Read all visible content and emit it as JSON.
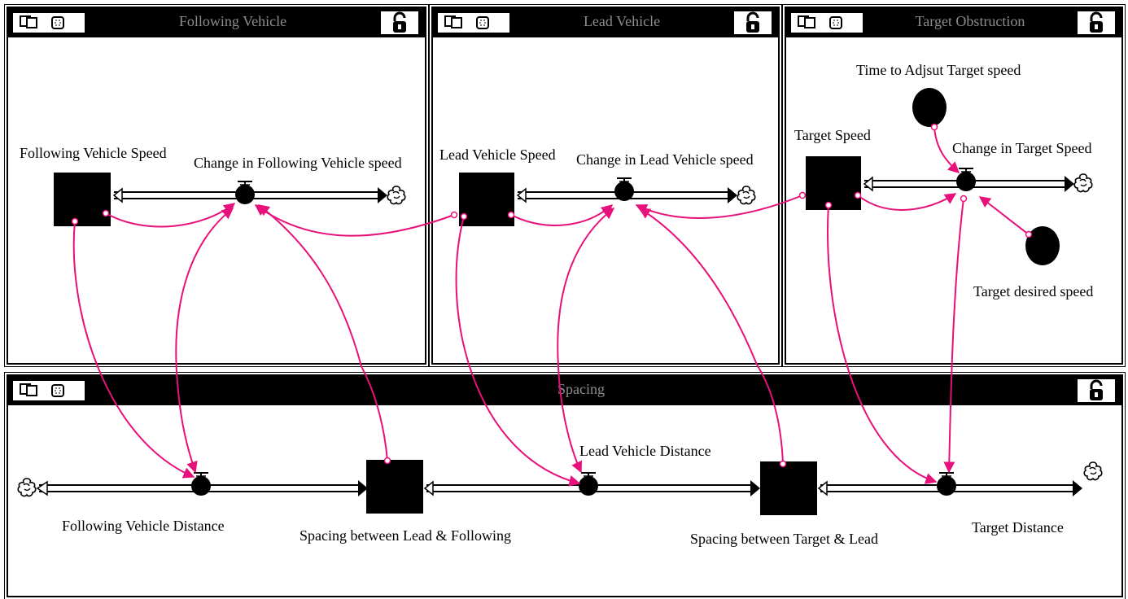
{
  "sectors": {
    "following": {
      "title": "Following Vehicle"
    },
    "lead": {
      "title": "Lead Vehicle"
    },
    "target": {
      "title": "Target Obstruction"
    },
    "spacing": {
      "title": "Spacing"
    }
  },
  "stocks": {
    "following_speed": "Following Vehicle Speed",
    "lead_speed": "Lead Vehicle Speed",
    "target_speed": "Target Speed",
    "spacing_lead_following": "Spacing between Lead & Following",
    "spacing_target_lead": "Spacing between Target & Lead"
  },
  "flows": {
    "change_following_speed": "Change in Following Vehicle speed",
    "change_lead_speed": "Change in Lead Vehicle speed",
    "change_target_speed": "Change in Target Speed",
    "following_distance": "Following Vehicle Distance",
    "lead_distance": "Lead Vehicle Distance",
    "target_distance": "Target Distance"
  },
  "converters": {
    "time_to_adjust": "Time to Adjsut Target speed",
    "target_desired_speed": "Target desired speed"
  },
  "colors": {
    "connector": "#e8107a",
    "title_text": "#8c8c8c"
  },
  "icons": {
    "run": "run-icon",
    "select": "select-icon",
    "lock": "lock-icon",
    "cloud": "cloud-icon"
  }
}
